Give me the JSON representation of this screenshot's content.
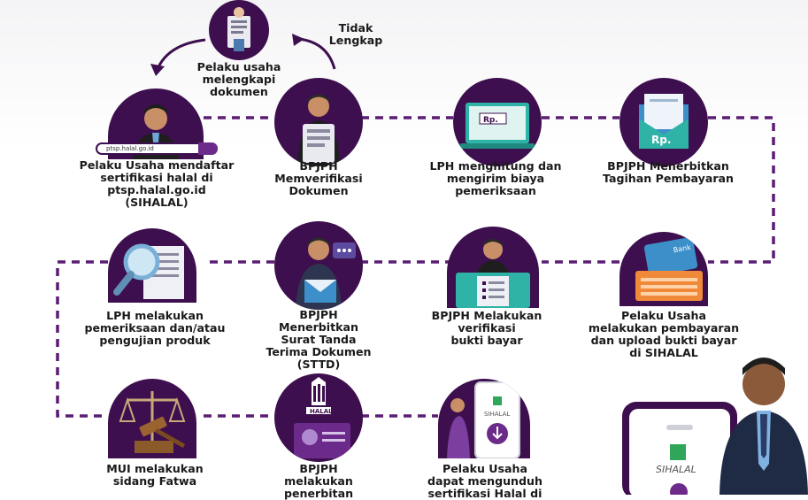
{
  "colors": {
    "primary": "#3d0f4e",
    "accent": "#5b1d74",
    "teal": "#2fb3a6",
    "blue": "#3c8fc9",
    "dash": "#5b1d74"
  },
  "top": {
    "label": "Pelaku usaha\nmelengkapi\ndokumen",
    "tidak_lengkap": "Tidak\nLengkap"
  },
  "url_text": "ptsp.halal.go.id",
  "row1": [
    {
      "label": "Pelaku Usaha mendaftar\nsertifikasi halal di\nptsp.halal.go.id\n(SIHALAL)",
      "icon": "businessman-icon"
    },
    {
      "label": "BPJPH\nMemverifikasi\nDokumen",
      "icon": "document-verify-icon"
    },
    {
      "label": "LPH menghitung dan\nmengirim biaya\npemeriksaan",
      "icon": "laptop-invoice-icon"
    },
    {
      "label": "BPJPH Menerbitkan\nTagihan Pembayaran",
      "icon": "envelope-bill-icon"
    }
  ],
  "row2": [
    {
      "label": "LPH melakukan\npemeriksaan dan/atau\npengujian produk",
      "icon": "magnifier-icon"
    },
    {
      "label": "BPJPH\nMenerbitkan\nSurat Tanda\nTerima Dokumen\n(STTD)",
      "icon": "letter-icon"
    },
    {
      "label": "BPJPH Melakukan\nverifikasi\nbukti bayar",
      "icon": "checklist-icon"
    },
    {
      "label": "Pelaku Usaha\nmelakukan pembayaran\ndan upload bukti bayar\ndi SIHALAL",
      "icon": "card-payment-icon"
    }
  ],
  "row3": [
    {
      "label": "MUI melakukan\nsidang Fatwa",
      "icon": "gavel-icon"
    },
    {
      "label": "BPJPH\nmelakukan\npenerbitan",
      "icon": "halal-certificate-icon"
    },
    {
      "label": "Pelaku Usaha\ndapat mengunduh\nsertifikasi Halal di",
      "icon": "phone-download-icon"
    }
  ],
  "halal_logo_text": "HALAL",
  "phone_logo_text": "SIHALAL",
  "big_phone_text": "SIHALAL"
}
